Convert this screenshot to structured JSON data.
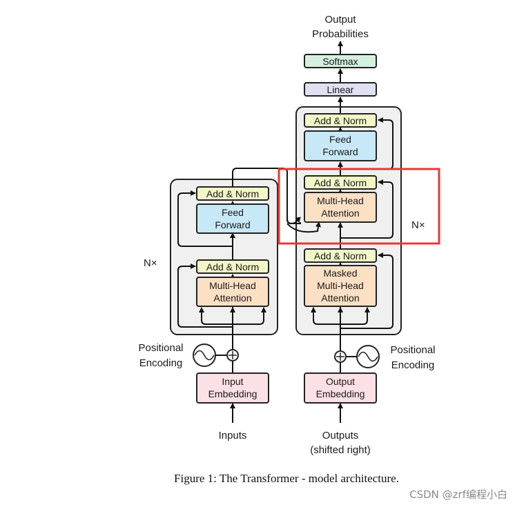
{
  "output": {
    "line1": "Output",
    "line2": "Probabilities"
  },
  "decoder": {
    "softmax": "Softmax",
    "linear": "Linear",
    "add_norm": "Add & Norm",
    "feed_forward_line1": "Feed",
    "feed_forward_line2": "Forward",
    "cross_attention_line1": "Multi-Head",
    "cross_attention_line2": "Attention",
    "masked_attention_line1": "Masked",
    "masked_attention_line2": "Multi-Head",
    "masked_attention_line3": "Attention",
    "nx": "N×",
    "positional_line1": "Positional",
    "positional_line2": "Encoding",
    "embedding_line1": "Output",
    "embedding_line2": "Embedding",
    "input_line1": "Outputs",
    "input_line2": "(shifted right)"
  },
  "encoder": {
    "add_norm": "Add & Norm",
    "feed_forward_line1": "Feed",
    "feed_forward_line2": "Forward",
    "attention_line1": "Multi-Head",
    "attention_line2": "Attention",
    "nx": "N×",
    "positional_line1": "Positional",
    "positional_line2": "Encoding",
    "embedding_line1": "Input",
    "embedding_line2": "Embedding",
    "input_label": "Inputs"
  },
  "caption": "Figure 1: The Transformer - model architecture.",
  "watermark": "CSDN @zrf编程小白",
  "colors": {
    "add_norm_fill": "#f3f6c7",
    "feed_forward_fill": "#c7e8f7",
    "attention_fill": "#fbe0c4",
    "embedding_fill": "#fbe1e6",
    "softmax_fill": "#d4f0de",
    "linear_fill": "#dfe0f1",
    "stack_fill": "#f0f0f0",
    "highlight": "#e53935"
  }
}
